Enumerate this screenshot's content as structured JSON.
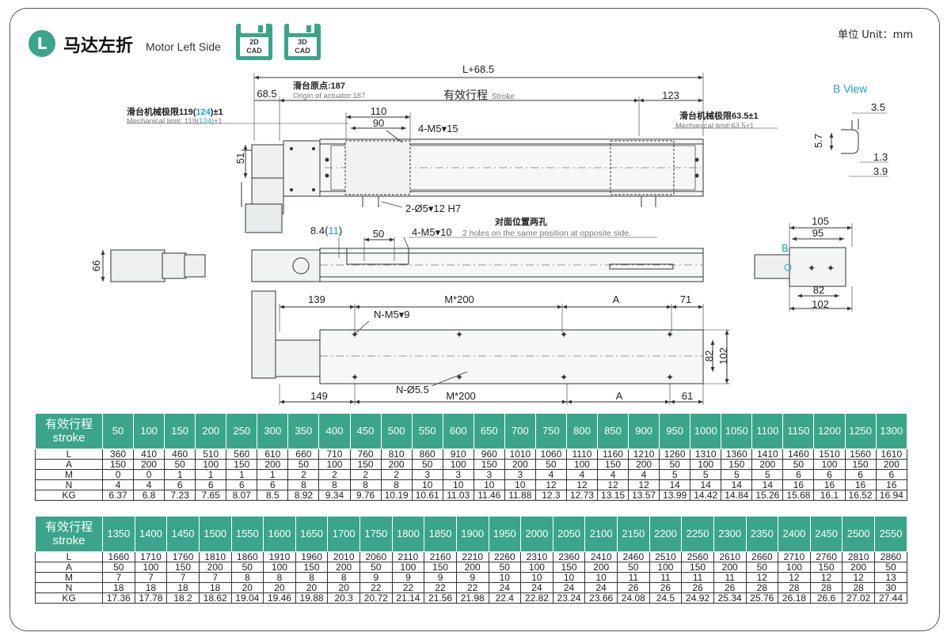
{
  "header": {
    "badge": "L",
    "title_cn": "马达左折",
    "title_en": "Motor Left Side",
    "cad_2d": [
      "2D",
      "CAD"
    ],
    "cad_3d": [
      "3D",
      "CAD"
    ],
    "unit": "单位 Unit：mm"
  },
  "drawing": {
    "top": {
      "total": "L+68.5",
      "left_offset": "68.5",
      "origin_cn": "滑台原点:187",
      "origin_en": "Origin of actuator:187",
      "stroke_cn": "有效行程",
      "stroke_en": "Stroke",
      "right_dim": "123",
      "mech_left_cn_a": "滑台机械极限119(",
      "mech_left_cn_b": "124",
      "mech_left_cn_c": ")±1",
      "mech_left_en_a": "Mechanical limit: 119(",
      "mech_left_en_b": "124",
      "mech_left_en_c": ")±1",
      "mech_right_cn": "滑台机械极限63.5±1",
      "mech_right_en": "Mechanical limit:63.5±1",
      "d110": "110",
      "d90": "90",
      "hole_4m5": "4-M5▾15",
      "hole_2d5": "2-Ø5▾12 H7",
      "h51": "51"
    },
    "side": {
      "d8_4a": "8.4(",
      "d8_4b": "11",
      "d8_4c": ")",
      "d50": "50",
      "hole": "4-M5▾10",
      "holes_cn": "对面位置两孔",
      "holes_en": "2 holes on the same position at opposite side.",
      "h66": "66"
    },
    "bottom": {
      "d139": "139",
      "m200_top": "M*200",
      "a_top": "A",
      "d71": "71",
      "nm5": "N-M5▾9",
      "nd55": "N-Ø5.5",
      "d149": "149",
      "m200_bot": "M*200",
      "a_bot": "A",
      "d61": "61",
      "h82": "82",
      "h102": "102"
    },
    "end": {
      "d105": "105",
      "d95": "95",
      "d82": "82",
      "d102": "102",
      "b": "B"
    },
    "bview": {
      "title": "B View",
      "d35": "3.5",
      "d57": "5.7",
      "d13": "1.3",
      "d39": "3.9"
    }
  },
  "table1": {
    "head_cn": "有效行程",
    "head_en": "stroke",
    "stroke": [
      "50",
      "100",
      "150",
      "200",
      "250",
      "300",
      "350",
      "400",
      "450",
      "500",
      "550",
      "600",
      "650",
      "700",
      "750",
      "800",
      "850",
      "900",
      "950",
      "1000",
      "1050",
      "1100",
      "1150",
      "1200",
      "1250",
      "1300"
    ],
    "rows": [
      {
        "label": "L",
        "values": [
          "360",
          "410",
          "460",
          "510",
          "560",
          "610",
          "660",
          "710",
          "760",
          "810",
          "860",
          "910",
          "960",
          "1010",
          "1060",
          "1110",
          "1160",
          "1210",
          "1260",
          "1310",
          "1360",
          "1410",
          "1460",
          "1510",
          "1560",
          "1610"
        ]
      },
      {
        "label": "A",
        "values": [
          "150",
          "200",
          "50",
          "100",
          "150",
          "200",
          "50",
          "100",
          "150",
          "200",
          "50",
          "100",
          "150",
          "200",
          "50",
          "100",
          "150",
          "200",
          "50",
          "100",
          "150",
          "200",
          "50",
          "100",
          "150",
          "200"
        ]
      },
      {
        "label": "M",
        "values": [
          "0",
          "0",
          "1",
          "1",
          "1",
          "1",
          "2",
          "2",
          "2",
          "2",
          "3",
          "3",
          "3",
          "3",
          "4",
          "4",
          "4",
          "4",
          "5",
          "5",
          "5",
          "5",
          "6",
          "6",
          "6",
          "6"
        ]
      },
      {
        "label": "N",
        "values": [
          "4",
          "4",
          "6",
          "6",
          "6",
          "6",
          "8",
          "8",
          "8",
          "8",
          "10",
          "10",
          "10",
          "10",
          "12",
          "12",
          "12",
          "12",
          "14",
          "14",
          "14",
          "14",
          "16",
          "16",
          "16",
          "16"
        ]
      },
      {
        "label": "KG",
        "values": [
          "6.37",
          "6.8",
          "7.23",
          "7.65",
          "8.07",
          "8.5",
          "8.92",
          "9.34",
          "9.76",
          "10.19",
          "10.61",
          "11.03",
          "11.46",
          "11.88",
          "12.3",
          "12.73",
          "13.15",
          "13.57",
          "13.99",
          "14.42",
          "14.84",
          "15.26",
          "15.68",
          "16.1",
          "16.52",
          "16.94"
        ]
      }
    ]
  },
  "table2": {
    "head_cn": "有效行程",
    "head_en": "stroke",
    "stroke": [
      "1350",
      "1400",
      "1450",
      "1500",
      "1550",
      "1600",
      "1650",
      "1700",
      "1750",
      "1800",
      "1850",
      "1900",
      "1950",
      "2000",
      "2050",
      "2100",
      "2150",
      "2200",
      "2250",
      "2300",
      "2350",
      "2400",
      "2450",
      "2500",
      "2550"
    ],
    "rows": [
      {
        "label": "L",
        "values": [
          "1660",
          "1710",
          "1760",
          "1810",
          "1860",
          "1910",
          "1960",
          "2010",
          "2060",
          "2110",
          "2160",
          "2210",
          "2260",
          "2310",
          "2360",
          "2410",
          "2460",
          "2510",
          "2560",
          "2610",
          "2660",
          "2710",
          "2760",
          "2810",
          "2860"
        ]
      },
      {
        "label": "A",
        "values": [
          "50",
          "100",
          "150",
          "200",
          "50",
          "100",
          "150",
          "200",
          "50",
          "100",
          "150",
          "200",
          "50",
          "100",
          "150",
          "200",
          "50",
          "100",
          "150",
          "200",
          "50",
          "100",
          "150",
          "200",
          "50"
        ]
      },
      {
        "label": "M",
        "values": [
          "7",
          "7",
          "7",
          "7",
          "8",
          "8",
          "8",
          "8",
          "9",
          "9",
          "9",
          "9",
          "10",
          "10",
          "10",
          "10",
          "11",
          "11",
          "11",
          "11",
          "12",
          "12",
          "12",
          "12",
          "13"
        ]
      },
      {
        "label": "N",
        "values": [
          "18",
          "18",
          "18",
          "18",
          "20",
          "20",
          "20",
          "20",
          "22",
          "22",
          "22",
          "22",
          "24",
          "24",
          "24",
          "24",
          "26",
          "26",
          "26",
          "26",
          "28",
          "28",
          "28",
          "28",
          "30"
        ]
      },
      {
        "label": "KG",
        "values": [
          "17.36",
          "17.78",
          "18.2",
          "18.62",
          "19.04",
          "19.46",
          "19.88",
          "20.3",
          "20.72",
          "21.14",
          "21.56",
          "21.98",
          "22.4",
          "22.82",
          "23.24",
          "23.66",
          "24.08",
          "24.5",
          "24.92",
          "25.34",
          "25.76",
          "26.18",
          "26.6",
          "27.02",
          "27.44"
        ]
      }
    ]
  }
}
